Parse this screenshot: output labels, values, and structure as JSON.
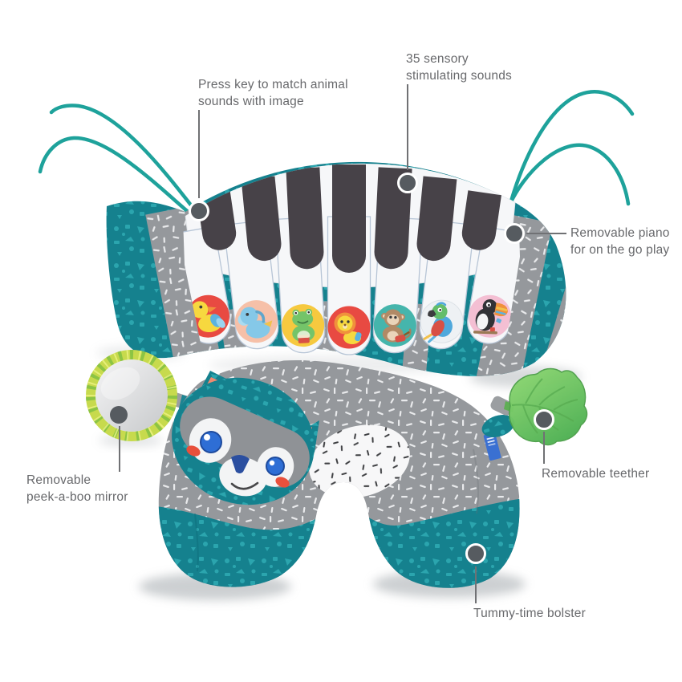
{
  "figure": {
    "alt": "Baby tummy-time bolster with raccoon face, arched piano pillow with animal keys, peek-a-boo mirror and leaf teether",
    "background": "#ffffff"
  },
  "callouts": {
    "press_key": {
      "label": "Press key to match animal\nsounds with image"
    },
    "sensory_sounds": {
      "label": "35 sensory\nstimulating sounds"
    },
    "removable_piano": {
      "label": "Removable piano\nfor on the go play"
    },
    "removable_teether": {
      "label": "Removable teether"
    },
    "peekaboo_mirror": {
      "label": "Removable\npeek-a-boo mirror"
    },
    "tummy_bolster": {
      "label": "Tummy-time bolster"
    }
  },
  "piano": {
    "white_key_count": 7,
    "black_key_count": 7,
    "animals": [
      "duck",
      "elephant",
      "frog",
      "lion",
      "monkey",
      "parrot",
      "toucan"
    ]
  },
  "palette": {
    "teal_fabric": "#15818e",
    "teal_speckle": "#2ba5ae",
    "gray_fabric": "#95989c",
    "piano_white": "#f6f7f9",
    "piano_key_dark": "#474248",
    "ribbon_teal": "#1ea29b",
    "leaf_green": "#72c862",
    "mirror_ring_green": "#c7da4d",
    "raccoon_eye_blue": "#2e6ed5",
    "cheek_red": "#e8503c",
    "ear_coral": "#ef8a70",
    "label_text": "#68696c",
    "callout_dot": "#565b60"
  }
}
